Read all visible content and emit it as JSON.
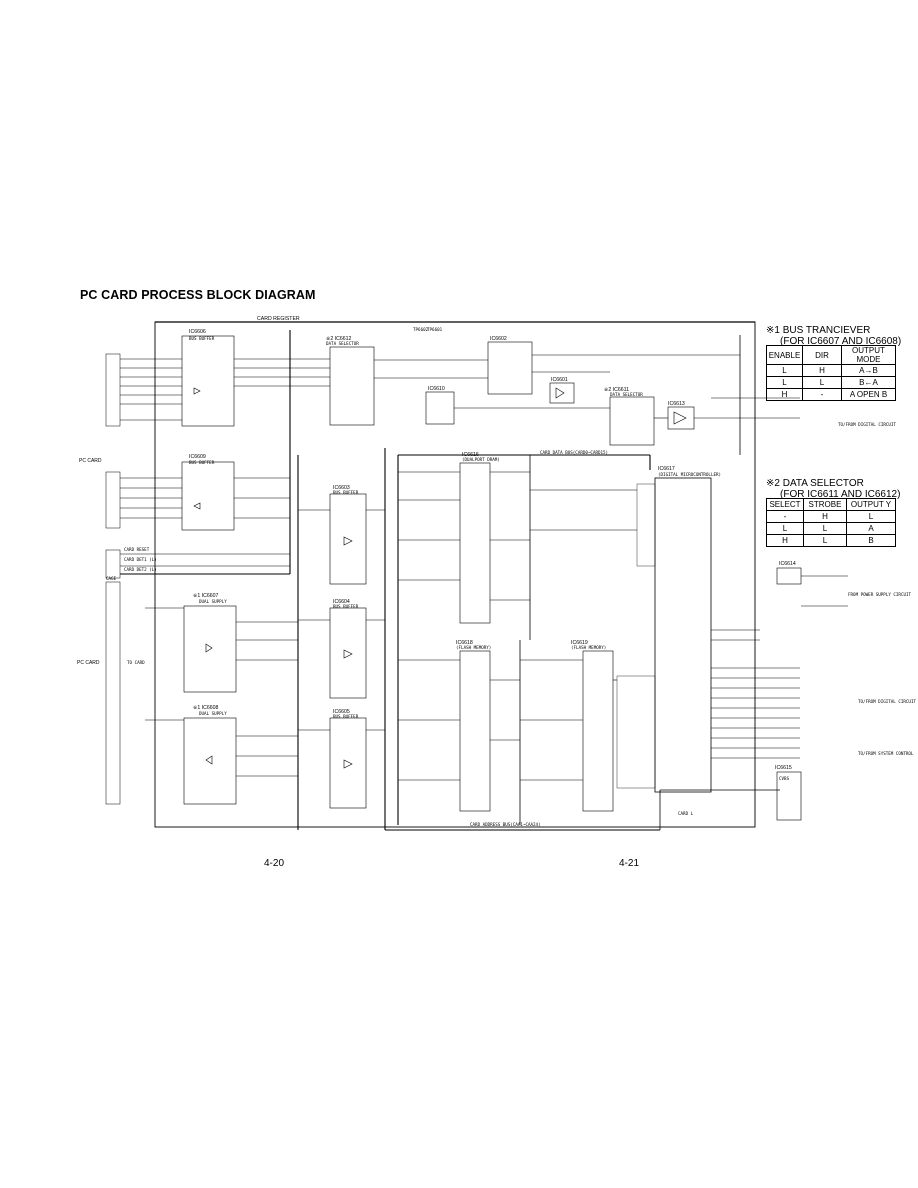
{
  "title": "PC CARD PROCESS BLOCK DIAGRAM",
  "pages": {
    "left": "4-20",
    "right": "4-21"
  },
  "notes": {
    "n1_line1": "※1 BUS TRANCIEVER",
    "n1_line2": "(FOR IC6607 AND IC6608)",
    "n2_line1": "※2 DATA SELECTOR",
    "n2_line2": "(FOR IC6611 AND IC6612)"
  },
  "tables": {
    "t1": {
      "headers": [
        "ENABLE",
        "DIR",
        "OUTPUT MODE"
      ],
      "rows": [
        [
          "L",
          "H",
          "A→B"
        ],
        [
          "L",
          "L",
          "B←A"
        ],
        [
          "H",
          "-",
          "A OPEN B"
        ]
      ]
    },
    "t2": {
      "headers": [
        "SELECT",
        "STROBE",
        "OUTPUT Y"
      ],
      "rows": [
        [
          "-",
          "H",
          "L"
        ],
        [
          "L",
          "L",
          "A"
        ],
        [
          "H",
          "L",
          "B"
        ]
      ]
    }
  },
  "blocks": {
    "ic6606": "IC6606",
    "ic6606_sub": "BUS BUFFER",
    "ic6609": "IC6609",
    "ic6609_sub": "BUS BUFFER",
    "ic6612": "※2 IC6612",
    "ic6612_sub": "DATA SELECTOR",
    "ic6602": "IC6602",
    "ic6610": "IC6610",
    "ic6601": "IC6601",
    "ic6611": "※2 IC6611",
    "ic6611_sub": "DATA SELECTOR",
    "ic6613": "IC6613",
    "ic6603": "IC6603",
    "ic6603_sub": "BUS BUFFER",
    "ic6604": "IC6604",
    "ic6604_sub": "BUS BUFFER",
    "ic6605": "IC6605",
    "ic6605_sub": "BUS BUFFER",
    "ic6607": "※1 IC6607",
    "ic6607_sub": "DUAL SUPPLY",
    "ic6608": "※1 IC6608",
    "ic6608_sub": "DUAL SUPPLY",
    "ic6616": "IC6616",
    "ic6616_sub": "(DUALPORT DRAM)",
    "ic6618": "IC6618",
    "ic6618_sub": "(FLASH MEMORY)",
    "ic6619": "IC6619",
    "ic6619_sub": "(FLASH MEMORY)",
    "ic6617": "IC6617",
    "ic6617_sub": "(DIGITAL MICROCONTROLLER)",
    "ic6614": "IC6614",
    "ic6615": "IC6615"
  },
  "labels": {
    "pc_card_1": "PC CARD",
    "pc_card_2": "PC CARD",
    "card_register": "CARD REGISTER",
    "card_data_bus": "CARD DATA BUS(CARD0~CARD15)",
    "card_address_bus": "CARD ADDRESS BUS(CAA1~CAA24)",
    "card_reset": "CARD RESET",
    "card_det1": "CARD DET1 (L)",
    "card_det2": "CARD DET2 (L)",
    "to_card": "TO CARD",
    "cage": "CAGE",
    "tp6601": "TP6601",
    "tp6602": "TP6602",
    "ds_circuit_1": "TO/FROM DIGITAL CIRCUIT",
    "ds_circuit_2": "TO/FROM DIGITAL CIRCUIT",
    "ds_control": "TO/FROM SYSTEM CONTROL",
    "power_supply": "FROM POWER SUPPLY CIRCUIT",
    "card_l": "CARD L",
    "cvbs": "CVBS"
  }
}
